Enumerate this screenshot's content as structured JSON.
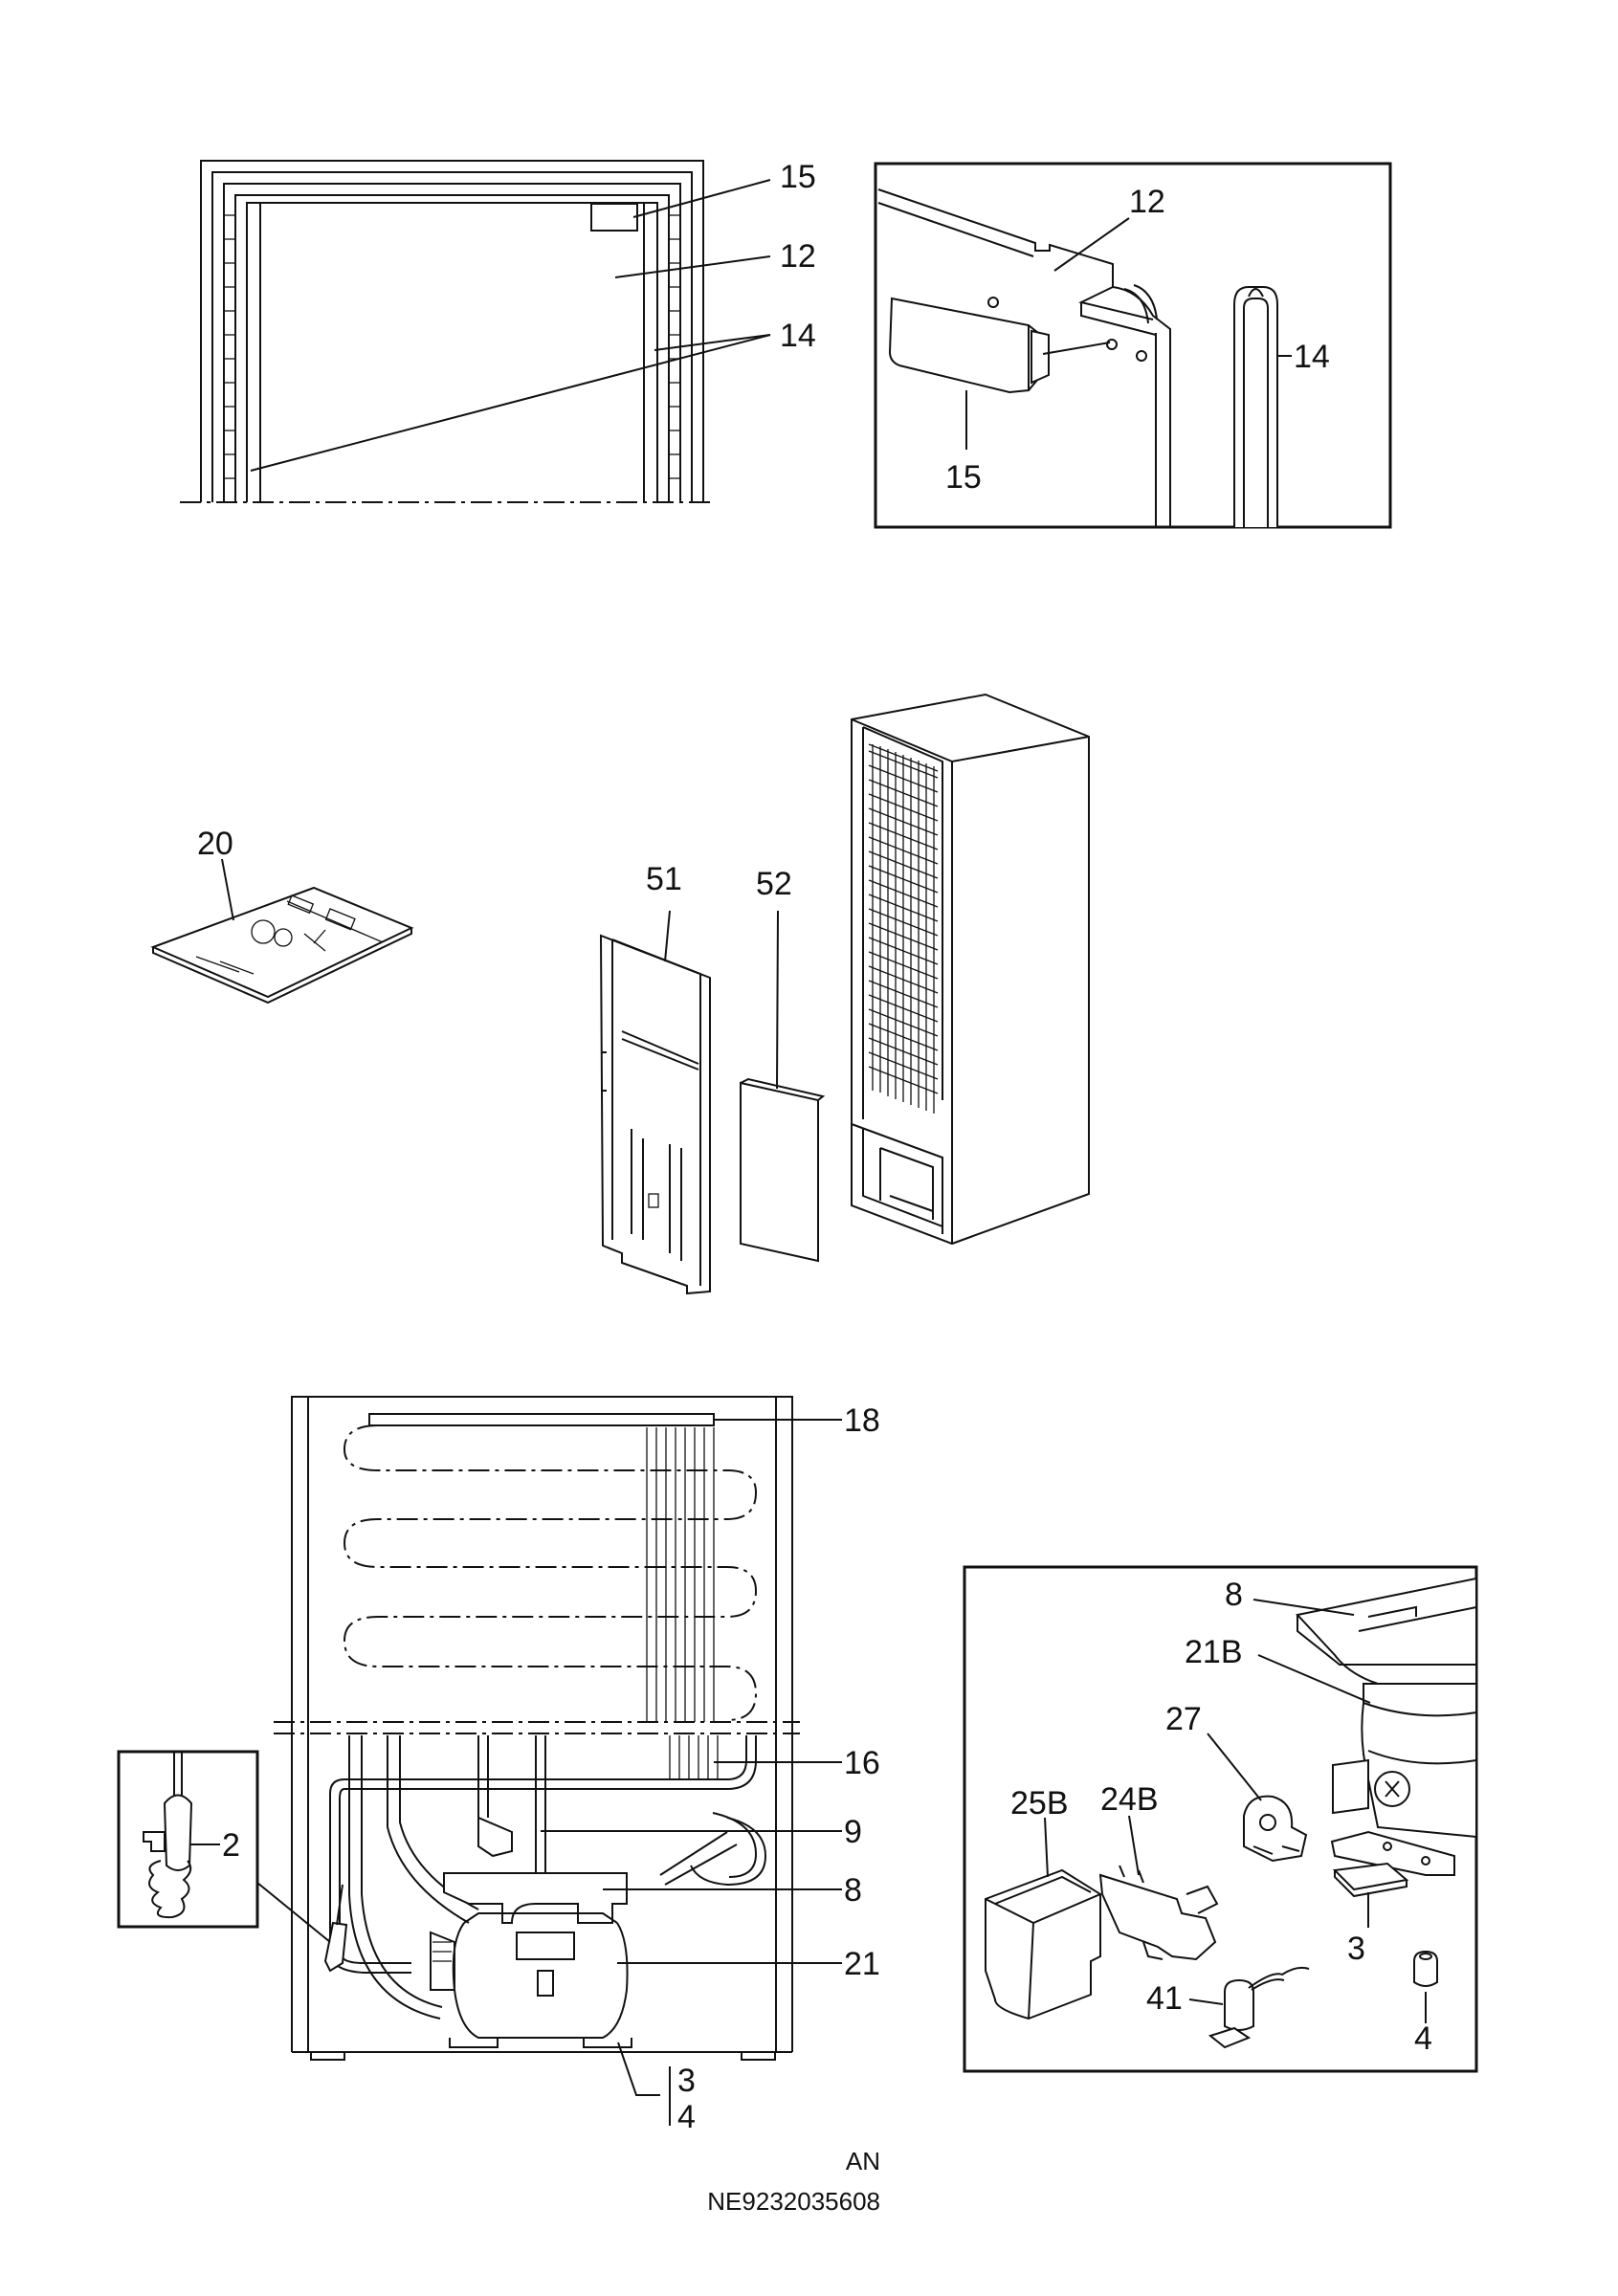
{
  "views": {
    "door_top": {
      "labels": [
        "15",
        "12",
        "14"
      ]
    },
    "door_detail": {
      "labels": [
        "12",
        "14",
        "15"
      ]
    },
    "manual": {
      "labels": [
        "20"
      ]
    },
    "cabinet": {
      "labels": [
        "51",
        "52"
      ]
    },
    "back": {
      "labels": [
        "18",
        "16",
        "9",
        "8",
        "21",
        "3",
        "4"
      ]
    },
    "thermostat_inset": {
      "labels": [
        "2"
      ]
    },
    "compressor_inset": {
      "labels": [
        "8",
        "21B",
        "27",
        "25B",
        "24B",
        "3",
        "41",
        "4"
      ]
    }
  },
  "footer": {
    "lang": "AN",
    "code": "NE9232035608"
  }
}
